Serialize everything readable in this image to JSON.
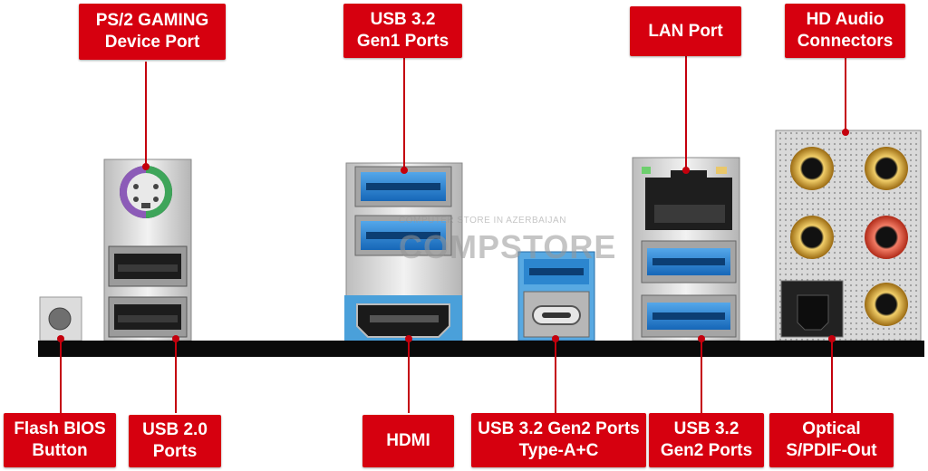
{
  "labels": {
    "ps2": [
      "PS/2 GAMING",
      "Device Port"
    ],
    "usb32_gen1": [
      "USB 3.2",
      "Gen1 Ports"
    ],
    "lan": [
      "LAN Port"
    ],
    "hd_audio": [
      "HD Audio",
      "Connectors"
    ],
    "flash_bios": [
      "Flash BIOS",
      "Button"
    ],
    "usb20": [
      "USB 2.0",
      "Ports"
    ],
    "hdmi": [
      "HDMI"
    ],
    "usb32_gen2_ac": [
      "USB 3.2 Gen2 Ports",
      "Type-A+C"
    ],
    "usb32_gen2": [
      "USB 3.2",
      "Gen2 Ports"
    ],
    "optical": [
      "Optical",
      "S/PDIF-Out"
    ]
  },
  "watermark": {
    "tagline": "COMPUTER STORE IN AZERBAIJAN",
    "brand": "COMPSTORE"
  },
  "colors": {
    "label_red": "#d6000f",
    "usb3_blue": "#1f7fd6",
    "ps2_green": "#3ea55a",
    "ps2_purple": "#8c5bb8",
    "audio_gold": "#d9a43a",
    "audio_pink": "#e4573f"
  }
}
